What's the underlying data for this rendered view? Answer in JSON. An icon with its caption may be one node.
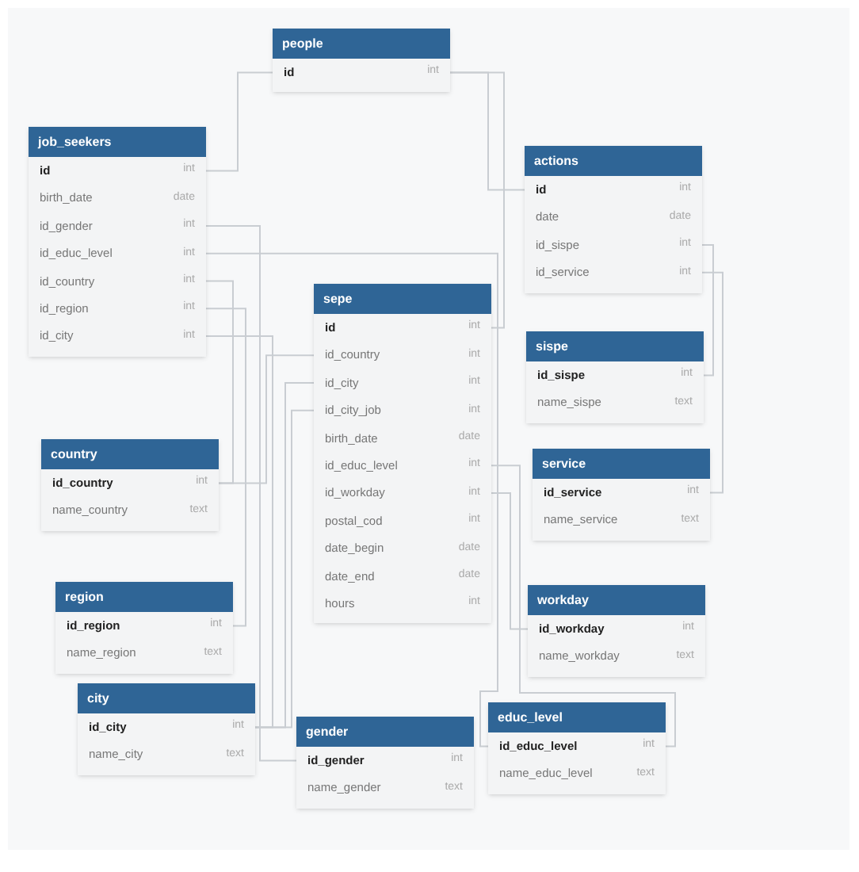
{
  "diagram": {
    "nodes": [
      {
        "text": [
          "people"
        ]
      },
      {
        "text": [
          "id",
          "int"
        ],
        "in": 0
      },
      {
        "text": [
          "job_seekers"
        ]
      },
      {
        "text": [
          "id",
          "int"
        ],
        "in": 2
      },
      {
        "text": [
          "birth_date",
          "date"
        ],
        "in": 2
      },
      {
        "text": [
          "id_gender",
          "int"
        ],
        "in": 2
      },
      {
        "text": [
          "id_educ_level",
          "int"
        ],
        "in": 2
      },
      {
        "text": [
          "id_country",
          "int"
        ],
        "in": 2
      },
      {
        "text": [
          "id_region",
          "int"
        ],
        "in": 2
      },
      {
        "text": [
          "id_city",
          "int"
        ],
        "in": 2
      },
      {
        "text": [
          "actions"
        ]
      },
      {
        "text": [
          "id",
          "int"
        ],
        "in": 10
      },
      {
        "text": [
          "date",
          "date"
        ],
        "in": 10
      },
      {
        "text": [
          "id_sispe",
          "int"
        ],
        "in": 10
      },
      {
        "text": [
          "id_service",
          "int"
        ],
        "in": 10
      },
      {
        "text": [
          "sepe"
        ]
      },
      {
        "text": [
          "id",
          "int"
        ],
        "in": 15
      },
      {
        "text": [
          "id_country",
          "int"
        ],
        "in": 15
      },
      {
        "text": [
          "id_city",
          "int"
        ],
        "in": 15
      },
      {
        "text": [
          "id_city_job",
          "int"
        ],
        "in": 15
      },
      {
        "text": [
          "birth_date",
          "date"
        ],
        "in": 15
      },
      {
        "text": [
          "id_educ_level",
          "int"
        ],
        "in": 15
      },
      {
        "text": [
          "id_workday",
          "int"
        ],
        "in": 15
      },
      {
        "text": [
          "postal_cod",
          "int"
        ],
        "in": 15
      },
      {
        "text": [
          "date_begin",
          "date"
        ],
        "in": 15
      },
      {
        "text": [
          "date_end",
          "date"
        ],
        "in": 15
      },
      {
        "text": [
          "hours",
          "int"
        ],
        "in": 15
      },
      {
        "text": [
          "sispe"
        ]
      },
      {
        "text": [
          "id_sispe",
          "int"
        ],
        "in": 27
      },
      {
        "text": [
          "name_sispe",
          "text"
        ],
        "in": 27
      },
      {
        "text": [
          "country"
        ]
      },
      {
        "text": [
          "id_country",
          "int"
        ],
        "in": 30
      },
      {
        "text": [
          "name_country",
          "text"
        ],
        "in": 30
      },
      {
        "text": [
          "service"
        ]
      },
      {
        "text": [
          "id_service",
          "int"
        ],
        "in": 33
      },
      {
        "text": [
          "name_service",
          "text"
        ],
        "in": 33
      },
      {
        "text": [
          "region"
        ]
      },
      {
        "text": [
          "id_region",
          "int"
        ],
        "in": 36
      },
      {
        "text": [
          "name_region",
          "text"
        ],
        "in": 36
      },
      {
        "text": [
          "workday"
        ]
      },
      {
        "text": [
          "id_workday",
          "int"
        ],
        "in": 39
      },
      {
        "text": [
          "name_workday",
          "text"
        ],
        "in": 39
      },
      {
        "text": [
          "city"
        ]
      },
      {
        "text": [
          "id_city",
          "int"
        ],
        "in": 42
      },
      {
        "text": [
          "name_city",
          "text"
        ],
        "in": 42
      },
      {
        "text": [
          "gender"
        ]
      },
      {
        "text": [
          "id_gender",
          "int"
        ],
        "in": 45
      },
      {
        "text": [
          "name_gender",
          "text"
        ],
        "in": 45
      },
      {
        "text": [
          "educ_level"
        ]
      },
      {
        "text": [
          "id_educ_level",
          "int"
        ],
        "in": 48
      },
      {
        "text": [
          "name_educ_level",
          "text"
        ],
        "in": 48
      }
    ],
    "edges": [
      {
        "from": 1,
        "to": 3,
        "arrow": "none"
      },
      {
        "from": 1,
        "to": 11,
        "arrow": "none"
      },
      {
        "from": 1,
        "to": 16,
        "arrow": "none"
      },
      {
        "from": 5,
        "to": 46,
        "arrow": "none"
      },
      {
        "from": 6,
        "to": 49,
        "arrow": "none"
      },
      {
        "from": 7,
        "to": 31,
        "arrow": "none"
      },
      {
        "from": 8,
        "to": 37,
        "arrow": "none"
      },
      {
        "from": 9,
        "to": 43,
        "arrow": "none"
      },
      {
        "from": 13,
        "to": 28,
        "arrow": "none"
      },
      {
        "from": 14,
        "to": 34,
        "arrow": "none"
      },
      {
        "from": 17,
        "to": 31,
        "arrow": "none"
      },
      {
        "from": 18,
        "to": 43,
        "arrow": "none"
      },
      {
        "from": 19,
        "to": 43,
        "arrow": "none"
      },
      {
        "from": 21,
        "to": 49,
        "arrow": "none"
      },
      {
        "from": 22,
        "to": 40,
        "arrow": "none"
      }
    ]
  }
}
